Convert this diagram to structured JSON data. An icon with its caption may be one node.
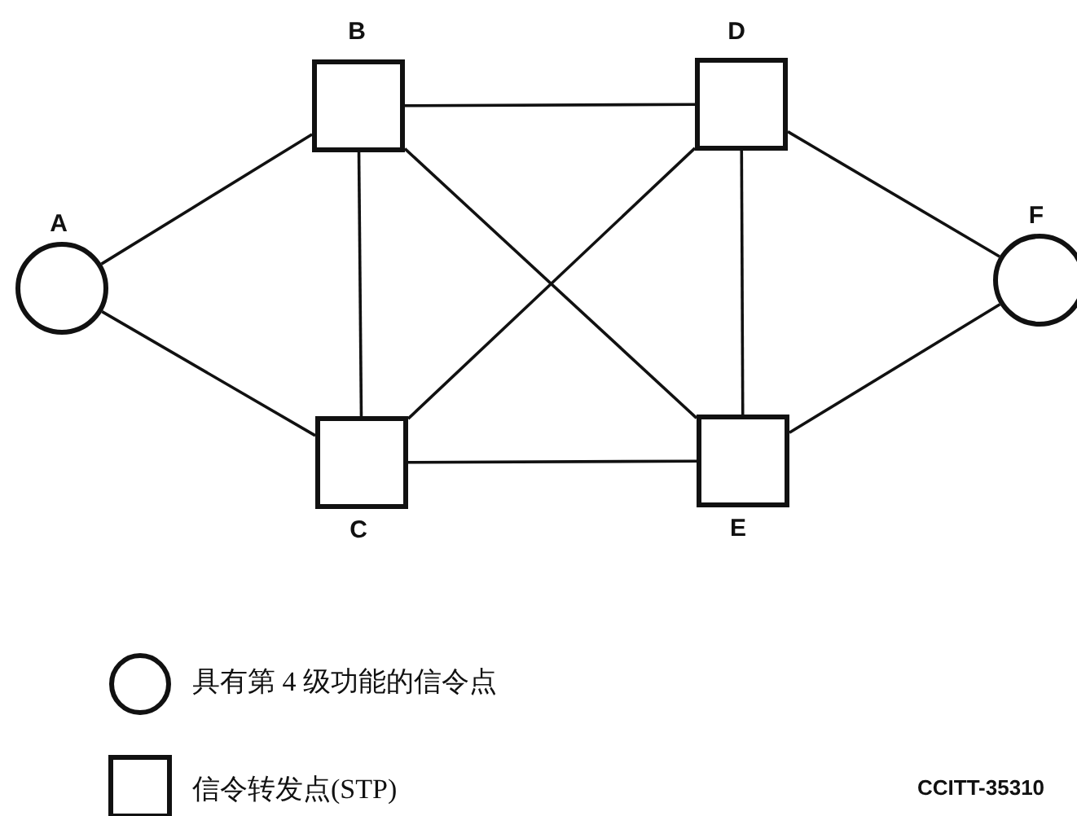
{
  "diagram": {
    "nodes": [
      {
        "text": [
          "A"
        ]
      },
      {
        "text": [
          "B"
        ]
      },
      {
        "text": [
          "C"
        ]
      },
      {
        "text": [
          "D"
        ]
      },
      {
        "text": [
          "E"
        ]
      },
      {
        "text": [
          "F"
        ]
      }
    ],
    "edges": [
      {
        "from": 0,
        "to": 1,
        "arrow": "none"
      },
      {
        "from": 0,
        "to": 2,
        "arrow": "none"
      },
      {
        "from": 1,
        "to": 2,
        "arrow": "none"
      },
      {
        "from": 1,
        "to": 3,
        "arrow": "none"
      },
      {
        "from": 1,
        "to": 4,
        "arrow": "none"
      },
      {
        "from": 2,
        "to": 3,
        "arrow": "none"
      },
      {
        "from": 2,
        "to": 4,
        "arrow": "none"
      },
      {
        "from": 3,
        "to": 4,
        "arrow": "none"
      },
      {
        "from": 3,
        "to": 5,
        "arrow": "none"
      },
      {
        "from": 4,
        "to": 5,
        "arrow": "none"
      }
    ],
    "labels": [
      "CCITT-35310"
    ],
    "legend": [
      {
        "text": "具有第 4 级功能的信令点"
      },
      {
        "text": "信令转发点(STP)"
      }
    ]
  }
}
